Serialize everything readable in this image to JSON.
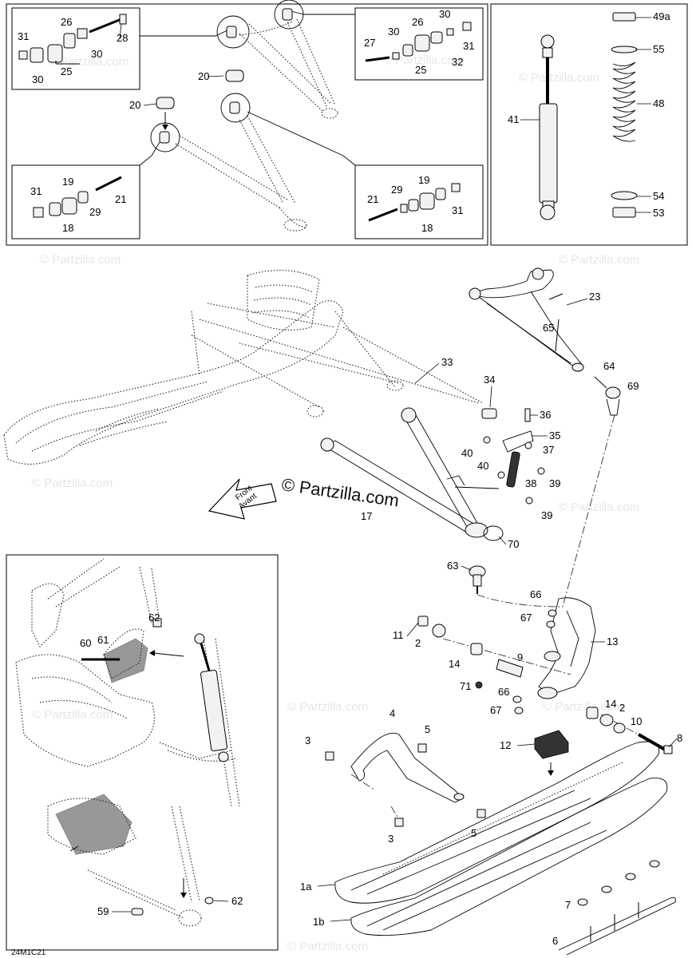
{
  "watermark": {
    "main": "© Partzilla.com",
    "faint": "© Partzilla.com"
  },
  "diagram_code": "24M1C21",
  "front_arrow": {
    "line1": "Front",
    "line2": "Avant"
  },
  "labels": {
    "p31a": "31",
    "p26a": "26",
    "p28": "28",
    "p30a": "30",
    "p30b": "30",
    "p25a": "25",
    "p20a": "20",
    "p20b": "20",
    "p27": "27",
    "p30c": "30",
    "p26b": "26",
    "p30d": "30",
    "p31b": "31",
    "p32": "32",
    "p25b": "25",
    "p31c": "31",
    "p19a": "19",
    "p21a": "21",
    "p29a": "29",
    "p18a": "18",
    "p21b": "21",
    "p29b": "29",
    "p19b": "19",
    "p31d": "31",
    "p18b": "18",
    "p49a": "49a",
    "p55": "55",
    "p48": "48",
    "p41": "41",
    "p54": "54",
    "p53": "53",
    "p23": "23",
    "p65": "65",
    "p64": "64",
    "p69": "69",
    "p33": "33",
    "p34": "34",
    "p36": "36",
    "p35": "35",
    "p37": "37",
    "p40a": "40",
    "p40b": "40",
    "p38": "38",
    "p39a": "39",
    "p39b": "39",
    "p17": "17",
    "p70": "70",
    "p63": "63",
    "p66a": "66",
    "p67a": "67",
    "p13": "13",
    "p11": "11",
    "p2a": "2",
    "p14a": "14",
    "p9": "9",
    "p71": "71",
    "p66b": "66",
    "p67b": "67",
    "p14b": "14",
    "p2b": "2",
    "p10": "10",
    "p8": "8",
    "p12": "12",
    "p4": "4",
    "p5a": "5",
    "p3a": "3",
    "p3b": "3",
    "p5b": "5",
    "p1a": "1a",
    "p1b": "1b",
    "p7": "7",
    "p6": "6",
    "p62a": "62",
    "p60": "60",
    "p61": "61",
    "p59": "59",
    "p62b": "62"
  }
}
